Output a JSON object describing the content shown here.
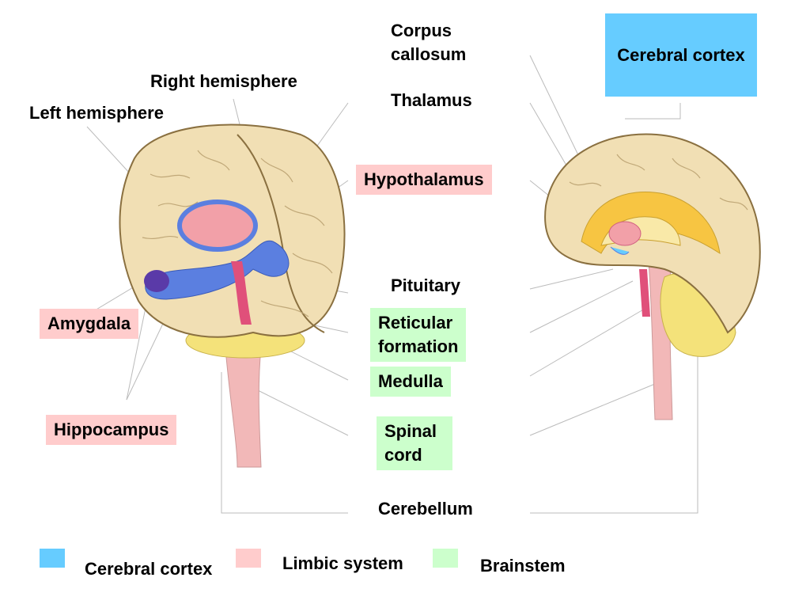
{
  "labels": {
    "corpus_callosum": "Corpus\ncallosum",
    "cerebral_cortex": "Cerebral cortex",
    "right_hemisphere": "Right hemisphere",
    "left_hemisphere": "Left hemisphere",
    "thalamus": "Thalamus",
    "hypothalamus": "Hypothalamus",
    "pituitary": "Pituitary",
    "amygdala": "Amygdala",
    "reticular_formation": "Reticular\nformation",
    "medulla": "Medulla",
    "hippocampus": "Hippocampus",
    "spinal_cord": "Spinal\ncord",
    "cerebellum": "Cerebellum"
  },
  "legend": [
    {
      "label": "Cerebral cortex",
      "color": "#66ccff"
    },
    {
      "label": "Limbic system",
      "color": "#ffcccc"
    },
    {
      "label": "Brainstem",
      "color": "#ccffcc"
    }
  ],
  "colors": {
    "cortex": "#66ccff",
    "limbic": "#ffcccc",
    "brainstem": "#ccffcc",
    "brain_tissue": "#f1dfb4",
    "limbic_blue": "#5b7fe0",
    "cerebellum_yellow": "#f4e27a",
    "spinal_pink": "#f2b8b8"
  }
}
